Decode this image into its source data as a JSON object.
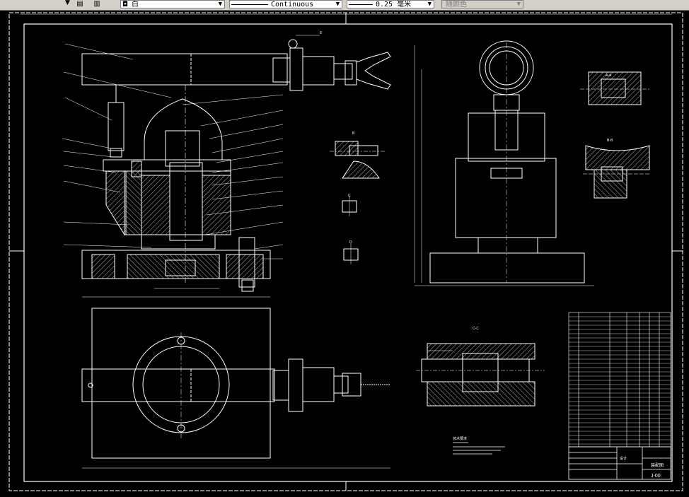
{
  "toolbar": {
    "layer_value": "白",
    "linetype_value": "Continuous",
    "lineweight_value": "0.25 毫米",
    "color_value": "随颜色",
    "layer_icon": "layer-icon",
    "layer_states_icon": "layer-states-icon"
  },
  "drawing": {
    "section_labels": [
      "A-A",
      "B-B",
      "C-C"
    ],
    "view_labels": [
      "B",
      "C",
      "D",
      "E"
    ],
    "title_block": {
      "drawing_number": "J-00",
      "part_title": "装配图",
      "designer": "设计"
    },
    "tech_requirements_title": "技术要求"
  },
  "colors": {
    "background": "#000000",
    "line": "#ffffff",
    "hatch": "#ffffff",
    "toolbar": "#d4d0c8"
  }
}
